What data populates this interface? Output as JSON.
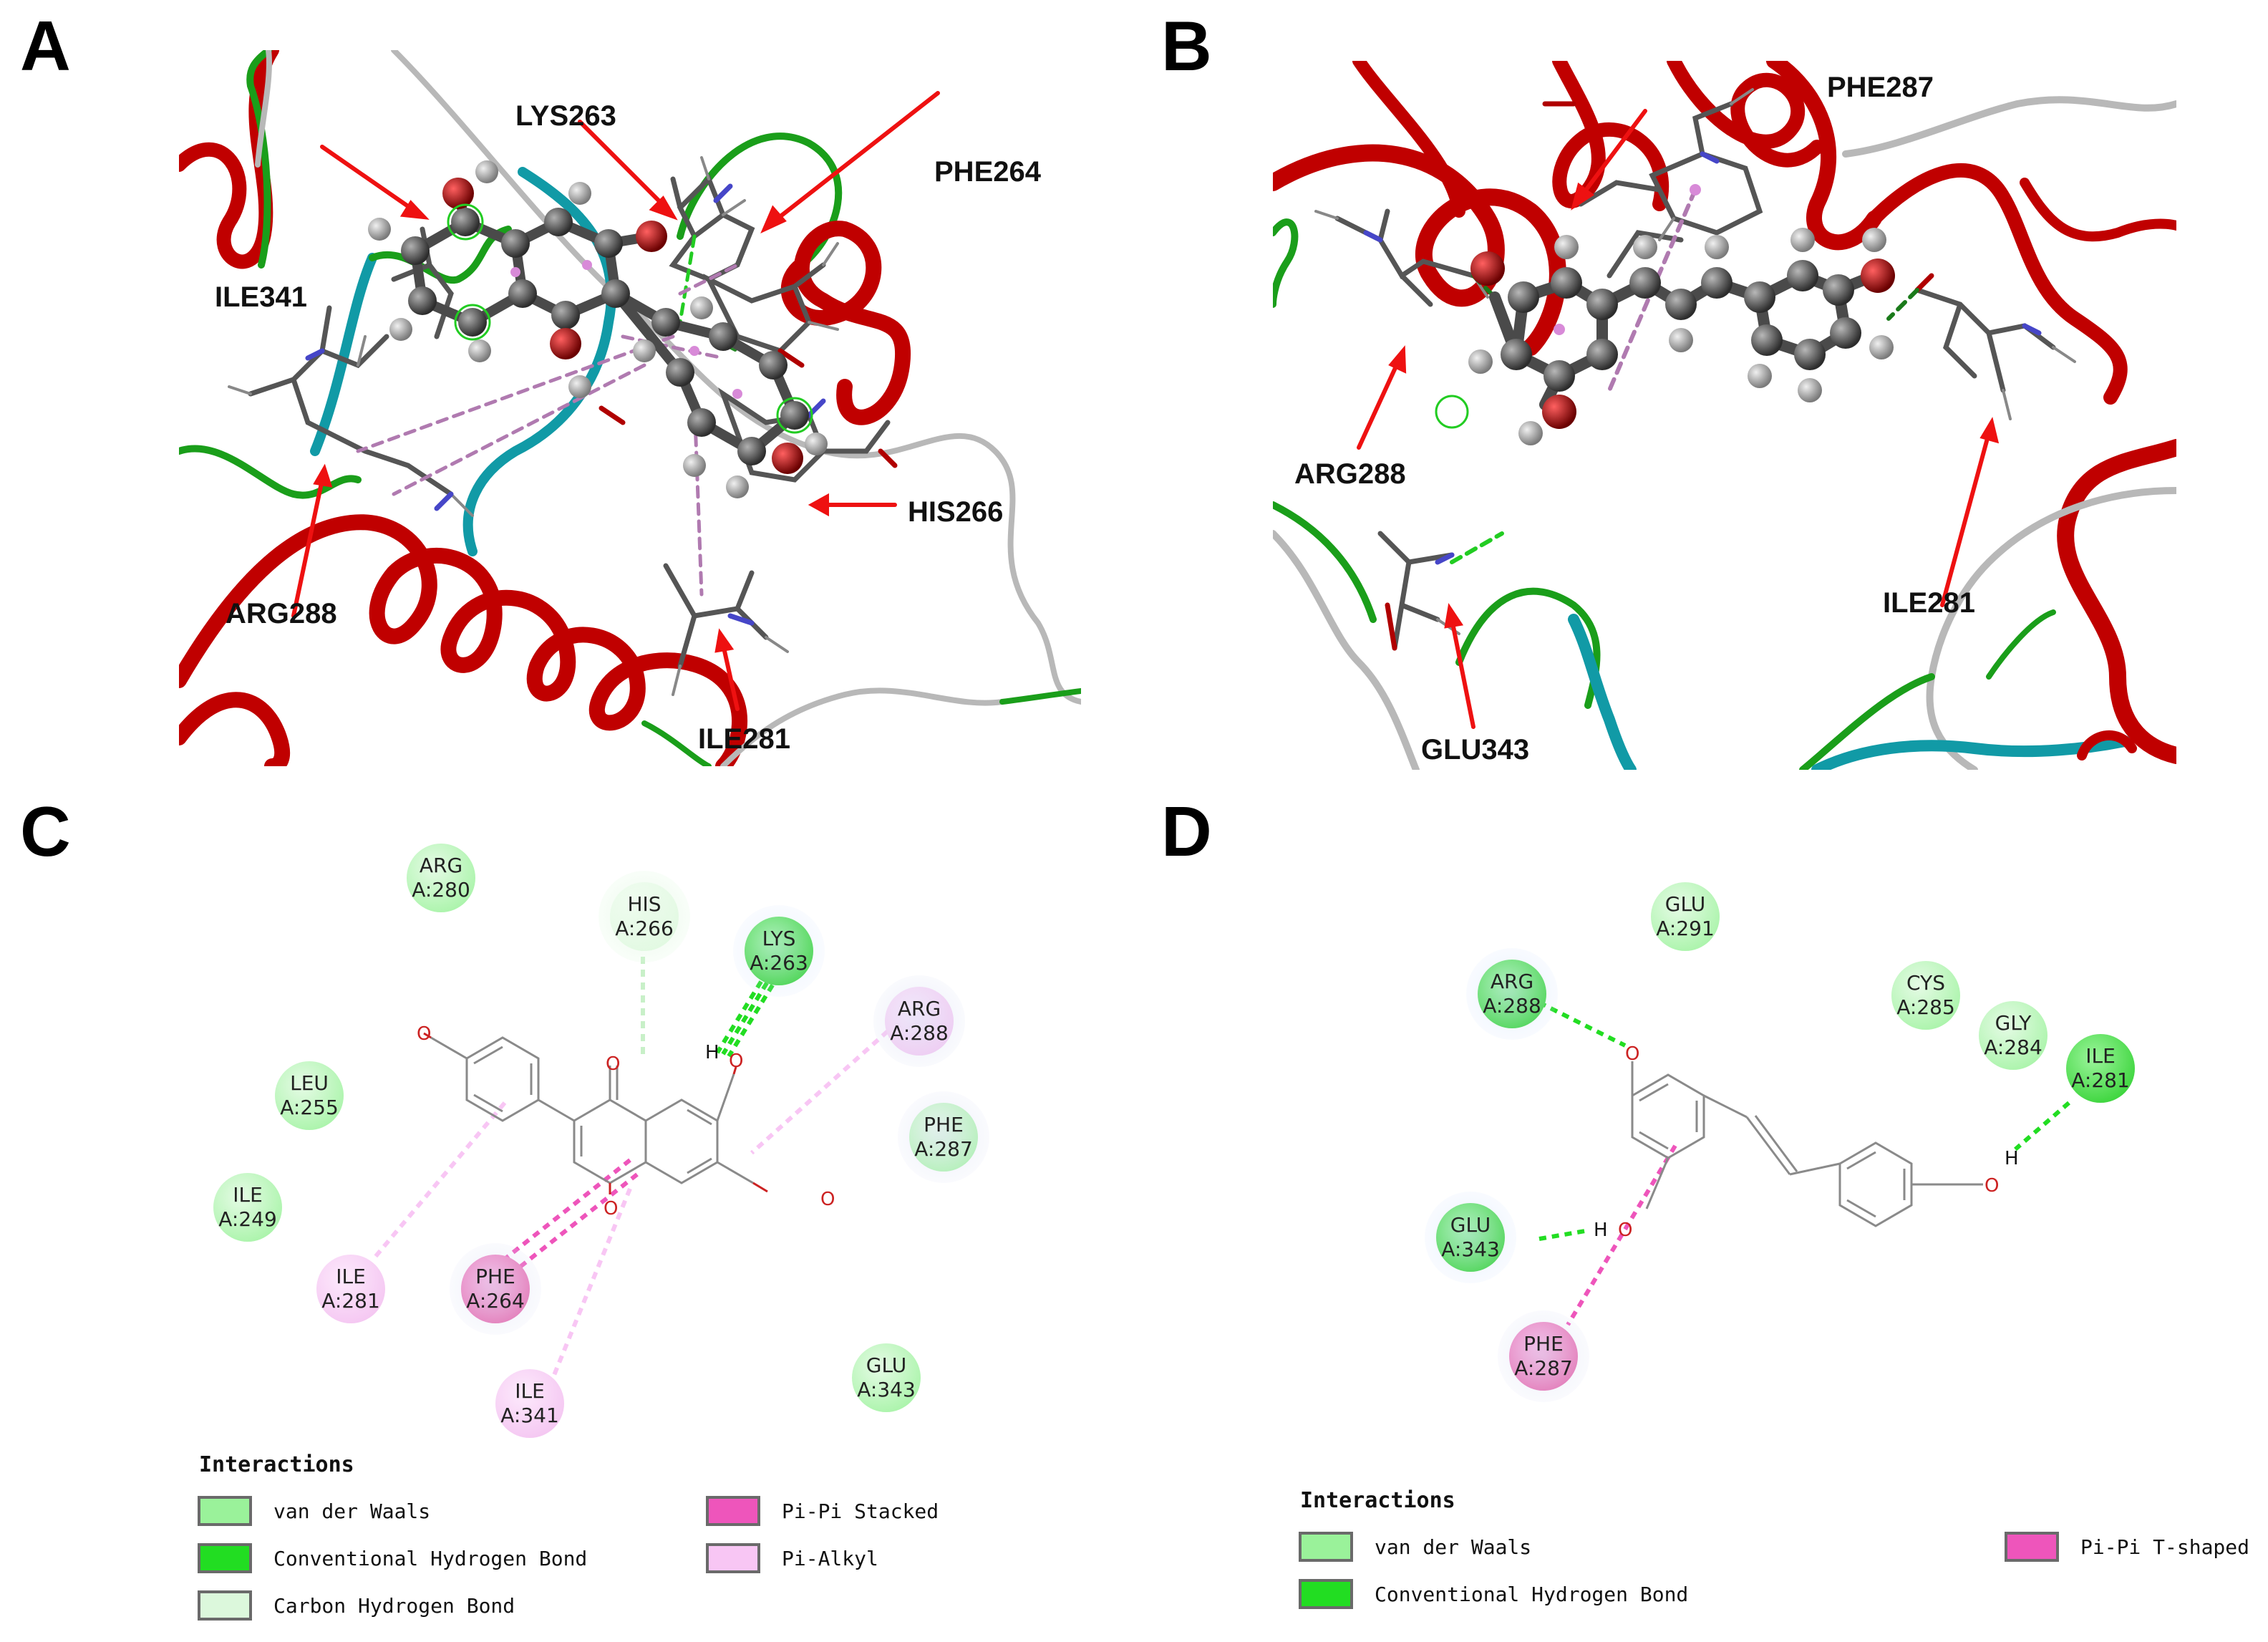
{
  "panels": {
    "A": {
      "letter": "A",
      "residues": [
        "LYS263",
        "PHE264",
        "ILE341",
        "HIS266",
        "ARG288",
        "ILE281"
      ]
    },
    "B": {
      "letter": "B",
      "residues": [
        "PHE287",
        "ARG288",
        "ILE281",
        "GLU343"
      ]
    },
    "C": {
      "letter": "C",
      "residues": [
        {
          "name": "ARG",
          "num": "A:280",
          "type": "van der Waals"
        },
        {
          "name": "HIS",
          "num": "A:266",
          "type": "Carbon Hydrogen Bond"
        },
        {
          "name": "LYS",
          "num": "A:263",
          "type": "Conventional Hydrogen Bond"
        },
        {
          "name": "ARG",
          "num": "A:288",
          "type": "Pi-Alkyl"
        },
        {
          "name": "LEU",
          "num": "A:255",
          "type": "van der Waals"
        },
        {
          "name": "PHE",
          "num": "A:287",
          "type": "van der Waals"
        },
        {
          "name": "ILE",
          "num": "A:249",
          "type": "van der Waals"
        },
        {
          "name": "ILE",
          "num": "A:281",
          "type": "Pi-Alkyl"
        },
        {
          "name": "PHE",
          "num": "A:264",
          "type": "Pi-Pi Stacked"
        },
        {
          "name": "ILE",
          "num": "A:341",
          "type": "Pi-Alkyl"
        },
        {
          "name": "GLU",
          "num": "A:343",
          "type": "van der Waals"
        }
      ],
      "atoms": {
        "h": "H",
        "o": "O"
      },
      "legend": {
        "title": "Interactions",
        "items": [
          {
            "label": "van der Waals",
            "color": "#9af29a"
          },
          {
            "label": "Conventional Hydrogen Bond",
            "color": "#22dd22"
          },
          {
            "label": "Carbon Hydrogen Bond",
            "color": "#dcf8dc"
          },
          {
            "label": "Pi-Pi Stacked",
            "color": "#ee55bb"
          },
          {
            "label": "Pi-Alkyl",
            "color": "#f8c6f4"
          }
        ]
      }
    },
    "D": {
      "letter": "D",
      "residues": [
        {
          "name": "GLU",
          "num": "A:291",
          "type": "van der Waals"
        },
        {
          "name": "ARG",
          "num": "A:288",
          "type": "Conventional Hydrogen Bond"
        },
        {
          "name": "CYS",
          "num": "A:285",
          "type": "van der Waals"
        },
        {
          "name": "GLY",
          "num": "A:284",
          "type": "van der Waals"
        },
        {
          "name": "ILE",
          "num": "A:281",
          "type": "Conventional Hydrogen Bond"
        },
        {
          "name": "GLU",
          "num": "A:343",
          "type": "Conventional Hydrogen Bond"
        },
        {
          "name": "PHE",
          "num": "A:287",
          "type": "Pi-Pi T-shaped"
        }
      ],
      "atoms": {
        "h": "H",
        "o": "O"
      },
      "legend": {
        "title": "Interactions",
        "items": [
          {
            "label": "van der Waals",
            "color": "#9af29a"
          },
          {
            "label": "Conventional Hydrogen Bond",
            "color": "#22dd22"
          },
          {
            "label": "Pi-Pi T-shaped",
            "color": "#ee55bb"
          }
        ]
      }
    }
  },
  "colors": {
    "helix": "#c00000",
    "helix_dark": "#7a0000",
    "coil": "#b8b8b8",
    "turn": "#1a9e1a",
    "strand": "#119aa6",
    "arrow": "#ee1111",
    "carbon": "#505050",
    "oxygen": "#b00000",
    "nitrogen": "#4646c8",
    "hbond": "#22cc22",
    "pi": "#b07ab0"
  }
}
